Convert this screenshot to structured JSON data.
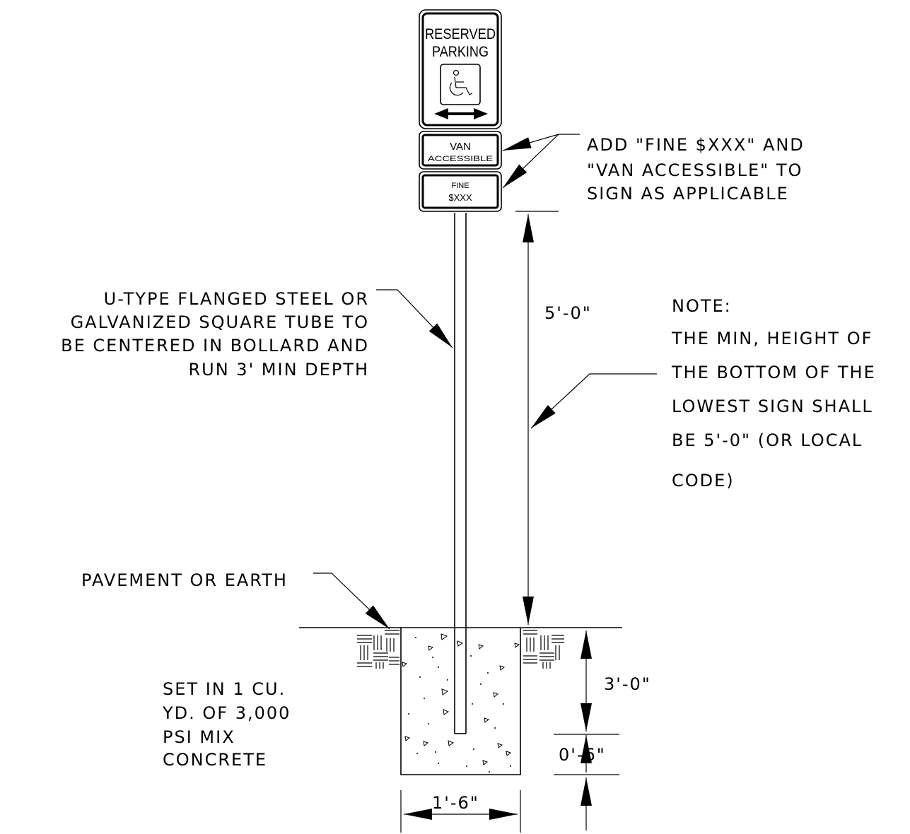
{
  "sign": {
    "main_line1": "RESERVED",
    "main_line2": "PARKING",
    "van_line1": "VAN",
    "van_line2": "ACCESSIBLE",
    "fine_line1": "FINE",
    "fine_line2": "$XXX"
  },
  "notes": {
    "add_fine": [
      "ADD \"FINE $XXX\" AND",
      "\"VAN ACCESSIBLE\" TO",
      "SIGN AS APPLICABLE"
    ],
    "tube": [
      "U-TYPE FLANGED STEEL OR",
      "GALVANIZED SQUARE TUBE TO",
      "BE CENTERED IN BOLLARD AND",
      "RUN 3' MIN DEPTH"
    ],
    "note_title": "NOTE:",
    "note_body": [
      "THE MIN, HEIGHT OF",
      "THE BOTTOM OF THE",
      "LOWEST SIGN SHALL",
      "BE 5'-0\" (OR LOCAL",
      "CODE)"
    ],
    "pavement": "PAVEMENT OR EARTH",
    "concrete": [
      "SET IN 1 CU.",
      "YD. OF 3,000",
      "PSI MIX",
      "CONCRETE"
    ]
  },
  "dimensions": {
    "height": "5'-0\"",
    "depth": "3'-0\"",
    "bottom": "0'-6\"",
    "width": "1'-6\""
  },
  "icons": {
    "wheelchair": "wheelchair-icon",
    "arrow": "double-arrow-icon"
  }
}
